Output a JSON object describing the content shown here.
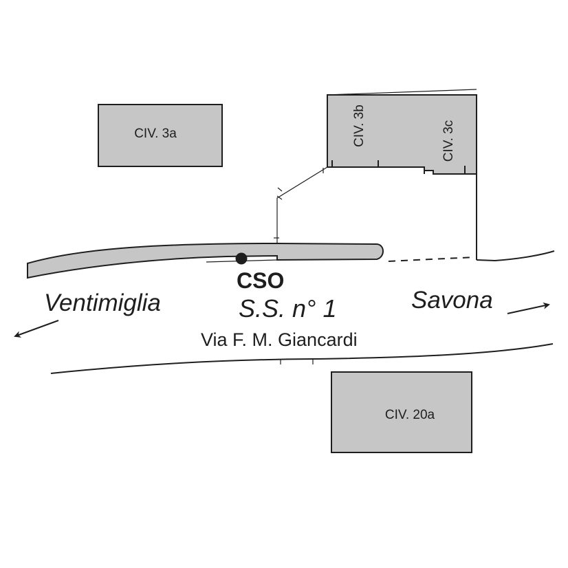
{
  "buildings": {
    "civ_3a": "CIV. 3a",
    "civ_3b": "CIV. 3b",
    "civ_3c": "CIV. 3c",
    "civ_20a": "CIV. 20a"
  },
  "marker": {
    "label": "CSO"
  },
  "road": {
    "name": "S.S. n° 1",
    "street": "Via F. M. Giancardi"
  },
  "directions": {
    "west": "Ventimiglia",
    "east": "Savona"
  },
  "colors": {
    "building_fill": "#c6c6c6",
    "line": "#1e1e1e",
    "background": "#ffffff"
  }
}
